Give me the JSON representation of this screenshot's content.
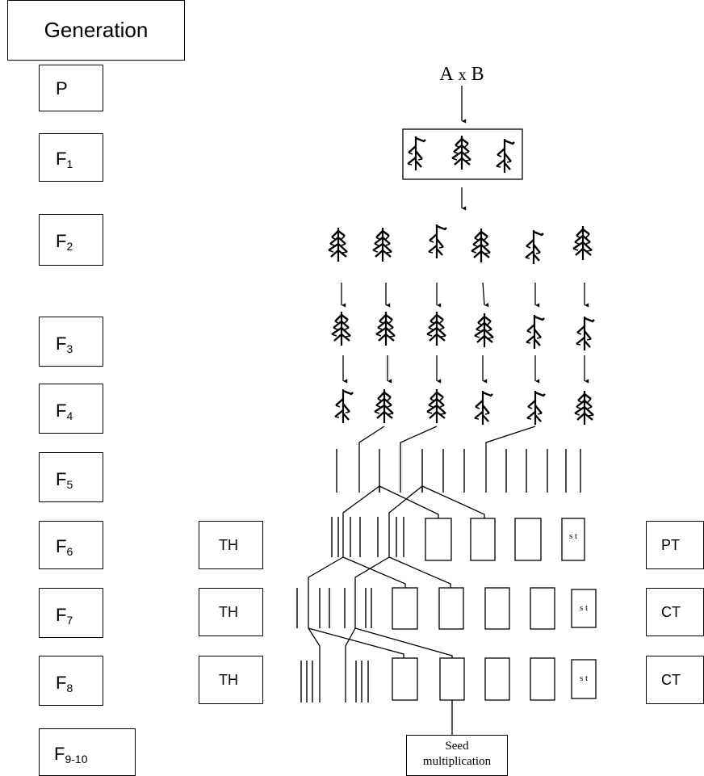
{
  "header": {
    "title": "Generation"
  },
  "generations": [
    {
      "main": "P",
      "sub": ""
    },
    {
      "main": "F",
      "sub": "1"
    },
    {
      "main": "F",
      "sub": "2"
    },
    {
      "main": "F",
      "sub": "3"
    },
    {
      "main": "F",
      "sub": "4"
    },
    {
      "main": "F",
      "sub": "5"
    },
    {
      "main": "F",
      "sub": "6"
    },
    {
      "main": "F",
      "sub": "7"
    },
    {
      "main": "F",
      "sub": "8"
    },
    {
      "main": "F",
      "sub": "9-10"
    }
  ],
  "trial_left": [
    "TH",
    "TH",
    "TH"
  ],
  "trial_right": [
    "PT",
    "CT",
    "CT"
  ],
  "cross": {
    "parent_a": "A",
    "x": "x",
    "parent_b": "B"
  },
  "check_label": "s t",
  "seed_box": {
    "line1": "Seed",
    "line2": "multiplication"
  }
}
